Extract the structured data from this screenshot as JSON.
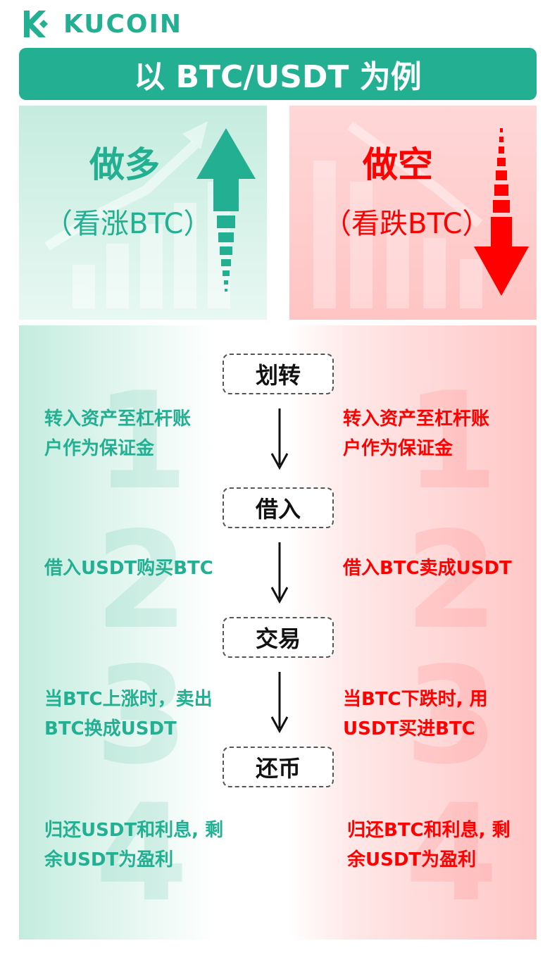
{
  "brand": {
    "name": "KUCOIN",
    "color": "#23af91",
    "logo_icon": "kucoin-logo-icon"
  },
  "title": "以 BTC/USDT 为例",
  "long_panel": {
    "title": "做多",
    "subtitle": "（看涨BTC）",
    "color": "#23af91",
    "icon": "up-arrow-icon"
  },
  "short_panel": {
    "title": "做空",
    "subtitle": "（看跌BTC）",
    "color": "#ff0000",
    "icon": "down-arrow-icon"
  },
  "steps": [
    {
      "num": "1",
      "label": "划转",
      "long_line1": "转入资产至杠杆账",
      "long_line2": "户作为保证金",
      "short_line1": "转入资产至杠杆账",
      "short_line2": "户作为保证金"
    },
    {
      "num": "2",
      "label": "借入",
      "long_line1": "借入USDT购买BTC",
      "long_line2": "",
      "short_line1": "借入BTC卖成USDT",
      "short_line2": ""
    },
    {
      "num": "3",
      "label": "交易",
      "long_line1": "当BTC上涨时，卖出",
      "long_line2": "BTC换成USDT",
      "short_line1": "当BTC下跌时, 用",
      "short_line2": "USDT买进BTC"
    },
    {
      "num": "4",
      "label": "还币",
      "long_line1": "归还USDT和利息, 剩",
      "long_line2": "余USDT为盈利",
      "short_line1": "归还BTC和利息, 剩",
      "short_line2": "余USDT为盈利"
    }
  ]
}
